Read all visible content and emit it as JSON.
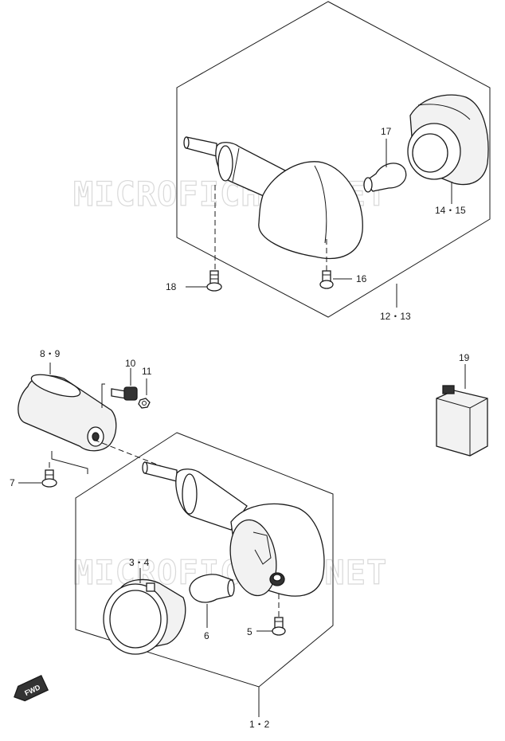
{
  "watermark": "MICROFICHES.NET",
  "fwd_badge": "FWD",
  "callouts": {
    "p17": "17",
    "p14_15": "14・15",
    "p18": "18",
    "p16": "16",
    "p12_13": "12・13",
    "p8_9": "8・9",
    "p10": "10",
    "p11": "11",
    "p19": "19",
    "p7": "7",
    "p3_4": "3・4",
    "p6": "6",
    "p5": "5",
    "p1_2": "1・2"
  }
}
